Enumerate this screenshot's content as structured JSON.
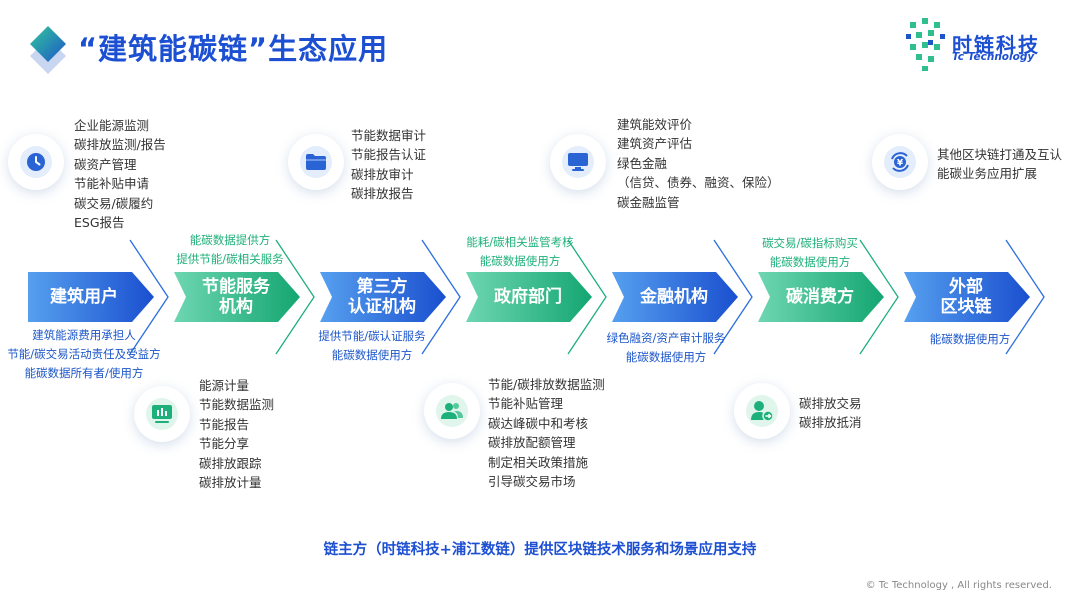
{
  "header": {
    "title": "“建筑能碳链”生态应用",
    "logo_name": "时链科技",
    "logo_sub": "Tc Technology"
  },
  "colors": {
    "blue": "#1c56c9",
    "green": "#1eb07a",
    "blue_dark": "#1c4fd1"
  },
  "flow": [
    {
      "label": "建筑用户",
      "color": "blue"
    },
    {
      "label": "节能服务\n机构",
      "color": "green"
    },
    {
      "label": "第三方\n认证机构",
      "color": "blue"
    },
    {
      "label": "政府部门",
      "color": "green"
    },
    {
      "label": "金融机构",
      "color": "blue"
    },
    {
      "label": "碳消费方",
      "color": "green"
    },
    {
      "label": "外部\n区块链",
      "color": "blue"
    }
  ],
  "flow_labels": {
    "above_1": [
      "能碳数据提供方",
      "提供节能/碳相关服务"
    ],
    "above_3": [
      "能耗/碳相关监管考核",
      "能碳数据使用方"
    ],
    "above_5": [
      "碳交易/碳指标购买",
      "能碳数据使用方"
    ],
    "below_0": [
      "建筑能源费用承担人",
      "节能/碳交易活动责任及受益方",
      "能碳数据所有者/使用方"
    ],
    "below_2": [
      "提供节能/碳认证服务",
      "能碳数据使用方"
    ],
    "below_4": [
      "绿色融资/资产审计服务",
      "能碳数据使用方"
    ],
    "below_6": [
      "能碳数据使用方"
    ]
  },
  "cards": {
    "user": {
      "icon": "clock-icon",
      "items": [
        "企业能源监测",
        "碳排放监测/报告",
        "碳资产管理",
        "节能补贴申请",
        "碳交易/碳履约",
        "ESG报告"
      ]
    },
    "certification": {
      "icon": "folder-icon",
      "items": [
        "节能数据审计",
        "节能报告认证",
        "碳排放审计",
        "碳排放报告"
      ]
    },
    "finance": {
      "icon": "monitor-icon",
      "items": [
        "建筑能效评价",
        "建筑资产评估",
        "绿色金融",
        "（信贷、债券、融资、保险）",
        "碳金融监管"
      ]
    },
    "external": {
      "icon": "yuan-exchange-icon",
      "items": [
        "其他区块链打通及互认",
        "能碳业务应用扩展"
      ]
    },
    "energy_service": {
      "icon": "chart-board-icon",
      "items": [
        "能源计量",
        "节能数据监测",
        "节能报告",
        "节能分享",
        "碳排放跟踪",
        "碳排放计量"
      ]
    },
    "government": {
      "icon": "users-icon",
      "items": [
        "节能/碳排放数据监测",
        "节能补贴管理",
        "碳达峰碳中和考核",
        "碳排放配额管理",
        "制定相关政策措施",
        "引导碳交易市场"
      ]
    },
    "consumer": {
      "icon": "user-transfer-icon",
      "items": [
        "碳排放交易",
        "碳排放抵消"
      ]
    }
  },
  "footer": {
    "statement": "链主方（时链科技+浦江数链）提供区块链技术服务和场景应用支持",
    "copyright": "© Tc Technology , All rights reserved."
  }
}
